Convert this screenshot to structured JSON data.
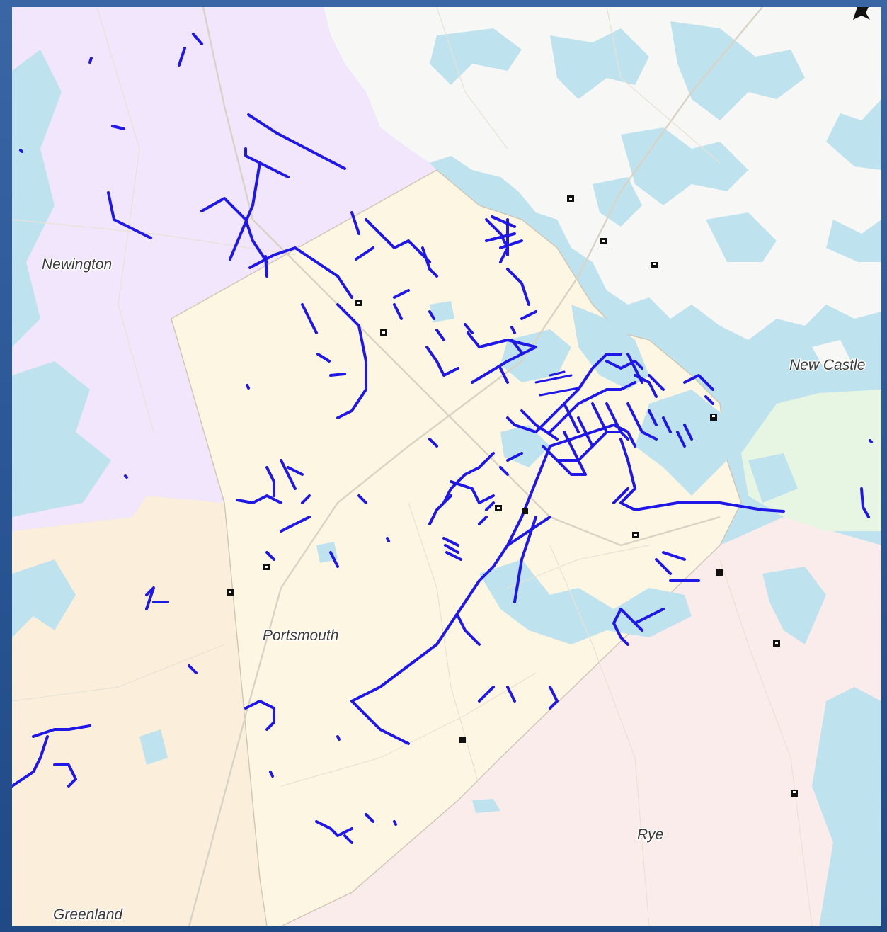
{
  "map": {
    "labels": {
      "newington": "Newington",
      "new_castle": "New Castle",
      "portsmouth": "Portsmouth",
      "rye": "Rye",
      "greenland": "Greenland"
    },
    "icons": {
      "north_arrow": "north-arrow-icon",
      "facility_marker": "square-marker-icon"
    },
    "colors": {
      "water": "#bfe3ee",
      "land_neutral": "#f7f7f5",
      "newington_fill": "#f1e6fb",
      "portsmouth_fill": "#fdf6e3",
      "greenland_fill": "#fbefdc",
      "rye_fill": "#fbecec",
      "new_castle_fill": "#e7f5e3",
      "route_line": "#1e17e6",
      "frame_background": "#2a5594"
    }
  }
}
